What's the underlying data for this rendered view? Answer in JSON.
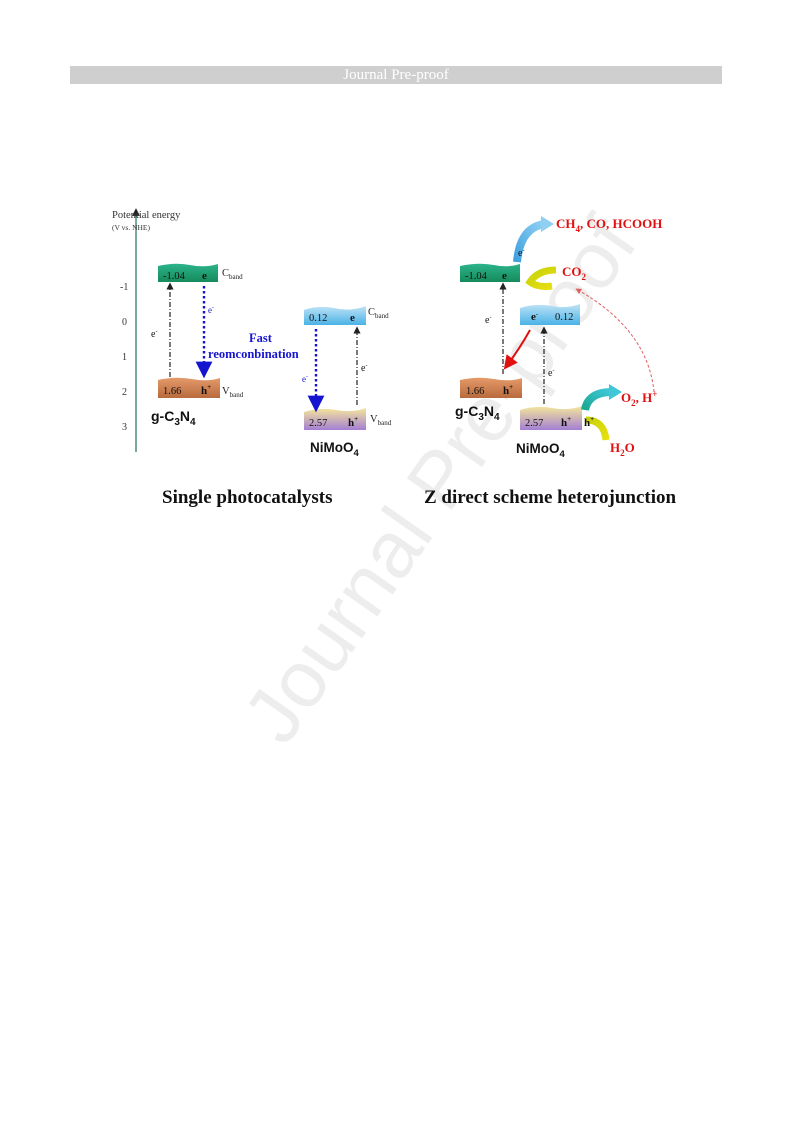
{
  "header": {
    "title": "Journal Pre-proof"
  },
  "watermark": "Journal Pre-proof",
  "axis": {
    "title": "Potential energy",
    "subtitle": "(V vs. NHE)",
    "ticks": [
      "-1",
      "0",
      "1",
      "2",
      "3"
    ]
  },
  "left_panel": {
    "caption": "Single photocatalysts",
    "gcn_cb_value": "-1.04",
    "gcn_vb_value": "1.66",
    "nimoo4_cb_value": "0.12",
    "nimoo4_vb_value": "2.57",
    "cband_label": "C",
    "cband_sub": "band",
    "vband_label": "V",
    "vband_sub": "band",
    "electron": "e",
    "hole": "h",
    "fast_line1": "Fast",
    "fast_line2": "reomconbination",
    "gcn_label": "g-C",
    "gcn_sub3": "3",
    "gcn_n": "N",
    "gcn_sub4": "4",
    "nimo_label": "NiMoO",
    "nimo_sub": "4"
  },
  "right_panel": {
    "caption": "Z direct scheme heterojunction",
    "products": "CH",
    "products_sub": "4",
    "products_rest": ", CO, HCOOH",
    "co2": "CO",
    "co2_sub": "2",
    "o2": "O",
    "o2_sub": "2",
    "o2_rest": ", H",
    "h2o_h": "H",
    "h2o_sub": "2",
    "h2o_o": "O"
  },
  "colors": {
    "gcn_cb": "#1a9e6e",
    "gcn_vb": "#c9784a",
    "nimo_cb": "#5bbbe8",
    "nimo_vb": "#b58ad6",
    "blue_text": "#1515d0",
    "red_text": "#e01010"
  }
}
